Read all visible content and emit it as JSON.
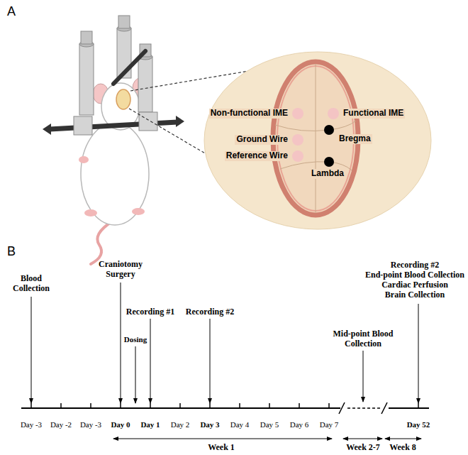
{
  "diagram": {
    "labels": [
      "A",
      "Non-functional IME",
      "Functional IME",
      "Ground Wire",
      "Bregma",
      "Reference Wire",
      "Lambda",
      "B",
      "Blood Collection",
      "Craniotomy Surgery",
      "Dosing",
      "Recording #1",
      "Recording #2",
      "Mid-point Blood Collection",
      "Recording #2",
      "End-point Blood Collection",
      "Cardiac Perfusion",
      "Brain Collection",
      "Day -3",
      "Day -2",
      "Day -3",
      "Day 0",
      "Day 1",
      "Day 2",
      "Day 3",
      "Day 4",
      "Day 5",
      "Day 6",
      "Day 7",
      "Day 52",
      "Week 1",
      "Week 2-7",
      "Week 8"
    ]
  }
}
